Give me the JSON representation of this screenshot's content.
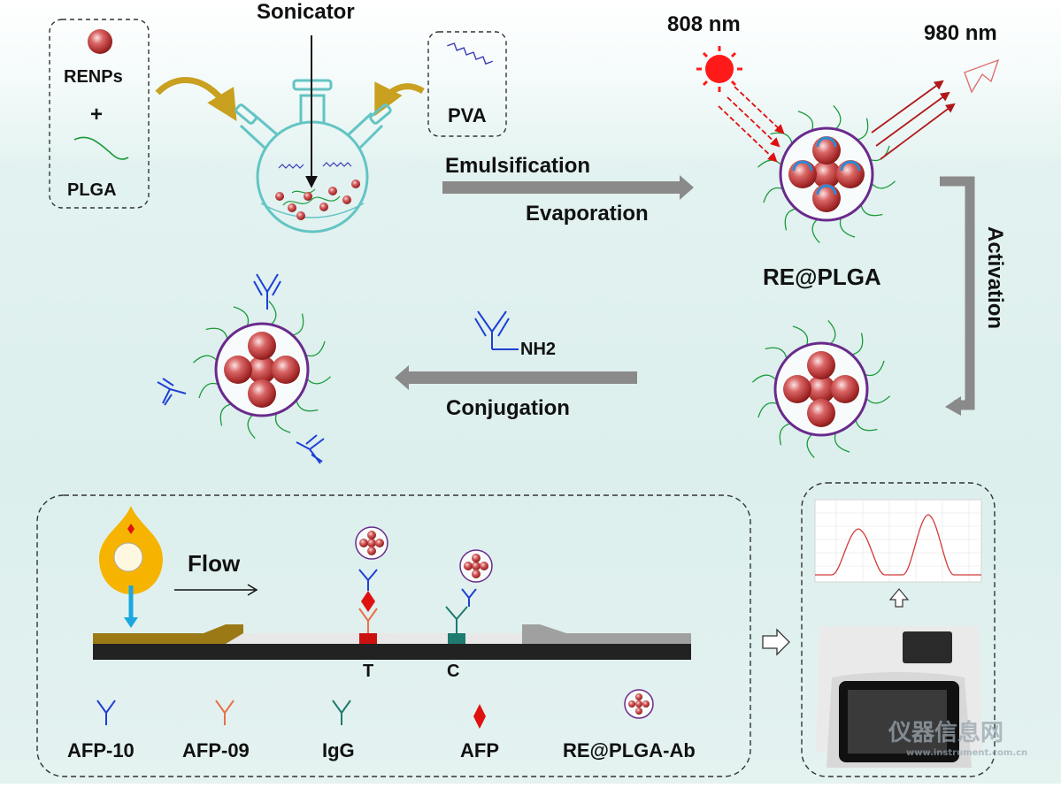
{
  "labels": {
    "sonicator": "Sonicator",
    "renps": "RENPs",
    "plus": "+",
    "plga": "PLGA",
    "pva": "PVA",
    "emulsification": "Emulsification",
    "evaporation": "Evaporation",
    "wavelength_in": "808 nm",
    "wavelength_out": "980 nm",
    "re_plga": "RE@PLGA",
    "activation": "Activation",
    "nh2": "NH2",
    "conjugation": "Conjugation",
    "flow": "Flow",
    "test_line": "T",
    "control_line": "C"
  },
  "legend": [
    {
      "label": "AFP-10",
      "color": "#1e3fd6"
    },
    {
      "label": "AFP-09",
      "color": "#e8704a"
    },
    {
      "label": "IgG",
      "color": "#1f7a70"
    },
    {
      "label": "AFP",
      "color": "#e01010"
    },
    {
      "label": "RE@PLGA-Ab",
      "color": "#b03a3a"
    }
  ],
  "watermark": {
    "brand": "仪器信息网",
    "url": "www.instrument.com.cn"
  },
  "colors": {
    "nanoparticle": "#c23a3a",
    "shell": "#6a2a8c",
    "arrow_gray": "#8a8a8a",
    "laser_red": "#e01010",
    "sample_pad": "#9b7a16",
    "strip_base": "#222222"
  }
}
